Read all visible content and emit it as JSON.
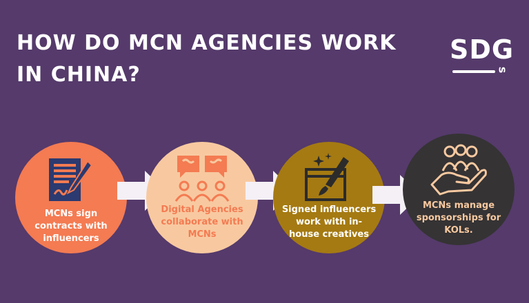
{
  "title": "HOW DO MCN AGENCIES WORK IN CHINA?",
  "logo": {
    "text": "SDG",
    "sub": "s"
  },
  "colors": {
    "background": "#553a6b",
    "step1": "#f47b52",
    "step2": "#f8c9a0",
    "step3": "#a57a12",
    "step4": "#353334",
    "arrow": "#f4f0f6"
  },
  "steps": [
    {
      "label": "MCNs sign contracts with influencers",
      "icon": "contract-signing-icon"
    },
    {
      "label": "Digital Agencies collaborate with MCNs",
      "icon": "collaboration-chat-icon"
    },
    {
      "label": "Signed influencers work with in-house creatives",
      "icon": "creative-brush-icon"
    },
    {
      "label": "MCNs manage sponsorships for KOLs.",
      "icon": "hand-managing-people-icon"
    }
  ]
}
